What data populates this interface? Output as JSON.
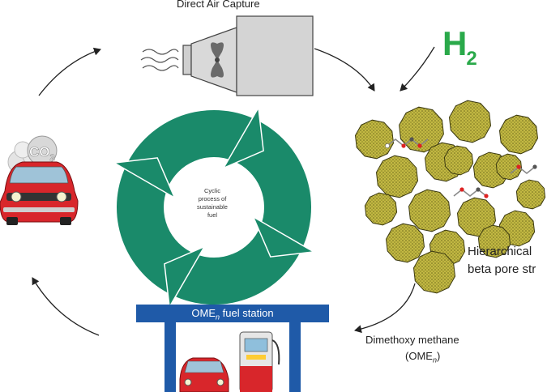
{
  "title": "Direct Air Capture",
  "h2_label": {
    "main": "H",
    "sub": "2"
  },
  "co2_label": {
    "main": "CO",
    "sub": "2"
  },
  "cycle_center": [
    "Cyclic",
    "process of",
    "sustainable",
    "fuel"
  ],
  "station_sign": {
    "prefix": "OME",
    "sub": "n",
    "suffix": " fuel station"
  },
  "zeolite_label": {
    "line1": "Hierarchical",
    "line2": "beta pore str"
  },
  "product_label": {
    "line1": "Dimethoxy methane",
    "line2_prefix": "(OME",
    "line2_sub": "n",
    "line2_suffix": ")"
  },
  "colors": {
    "cycle_green": "#1a8a6a",
    "h2_green": "#2aa94a",
    "station_blue": "#1f5aa8",
    "zeolite": "#b3a93a",
    "car_red": "#d8262b"
  },
  "icons": [
    "direct-air-capture-unit-icon",
    "car-with-co2-icon",
    "zeolite-crystal-icon",
    "fuel-pump-icon",
    "molecule-icon",
    "cycle-arrows-icon"
  ]
}
